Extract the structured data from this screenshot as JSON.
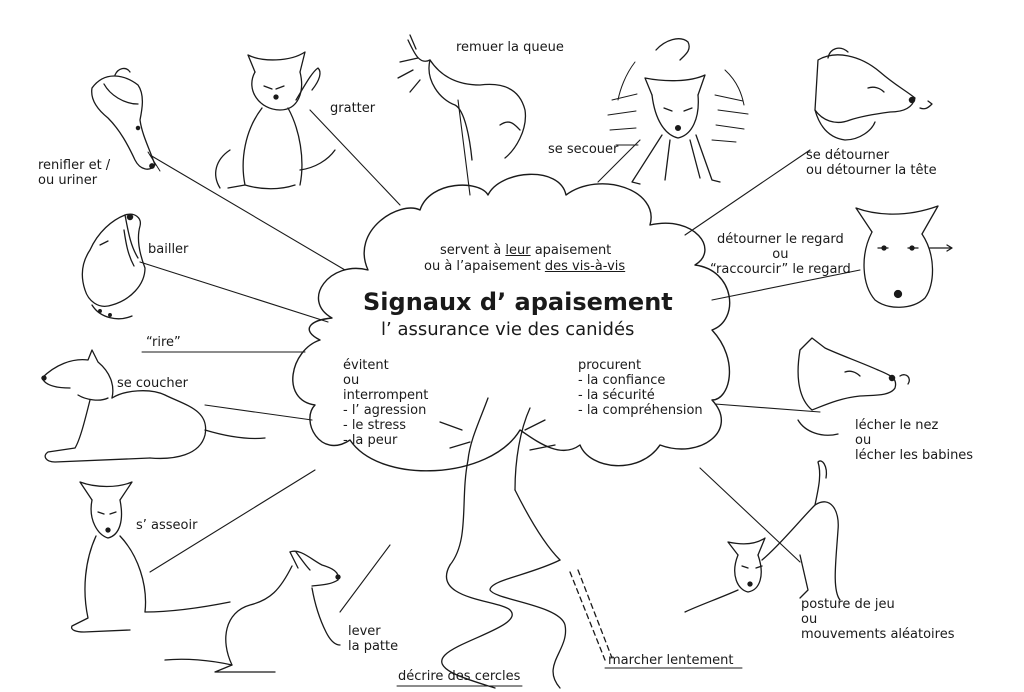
{
  "center": {
    "title": "Signaux d’ apaisement",
    "subtitle": "l’ assurance vie des canidés",
    "purpose_line1_pre": "servent à ",
    "purpose_line1_u": "leur",
    "purpose_line1_post": " apaisement",
    "purpose_line2_pre": "ou à l’apaisement ",
    "purpose_line2_u": "des vis-à-vis"
  },
  "avoid_list": [
    "évitent",
    "ou",
    "interrompent",
    "- l’ agression",
    "- le stress",
    "- la peur"
  ],
  "provide_list": [
    "procurent",
    "- la confiance",
    "- la sécurité",
    "- la compréhension"
  ],
  "signals": {
    "renifler": [
      "renifler et /",
      "ou uriner"
    ],
    "gratter": "gratter",
    "remuer": "remuer la queue",
    "secouer": "se secouer",
    "detourner": [
      "se détourner",
      "ou détourner la tête"
    ],
    "bailler": "bailler",
    "regard": [
      "détourner le regard",
      "ou",
      "“raccourcir” le regard"
    ],
    "rire": "“rire”",
    "coucher": "se coucher",
    "lecher": [
      "lécher le nez",
      "ou",
      "lécher les babines"
    ],
    "asseoir": "s’ asseoir",
    "jeu": [
      "posture de jeu",
      "ou",
      "mouvements aléatoires"
    ],
    "patte": [
      "lever",
      "la patte"
    ],
    "cercles": "décrire des cercles",
    "marcher": "marcher lentement"
  }
}
